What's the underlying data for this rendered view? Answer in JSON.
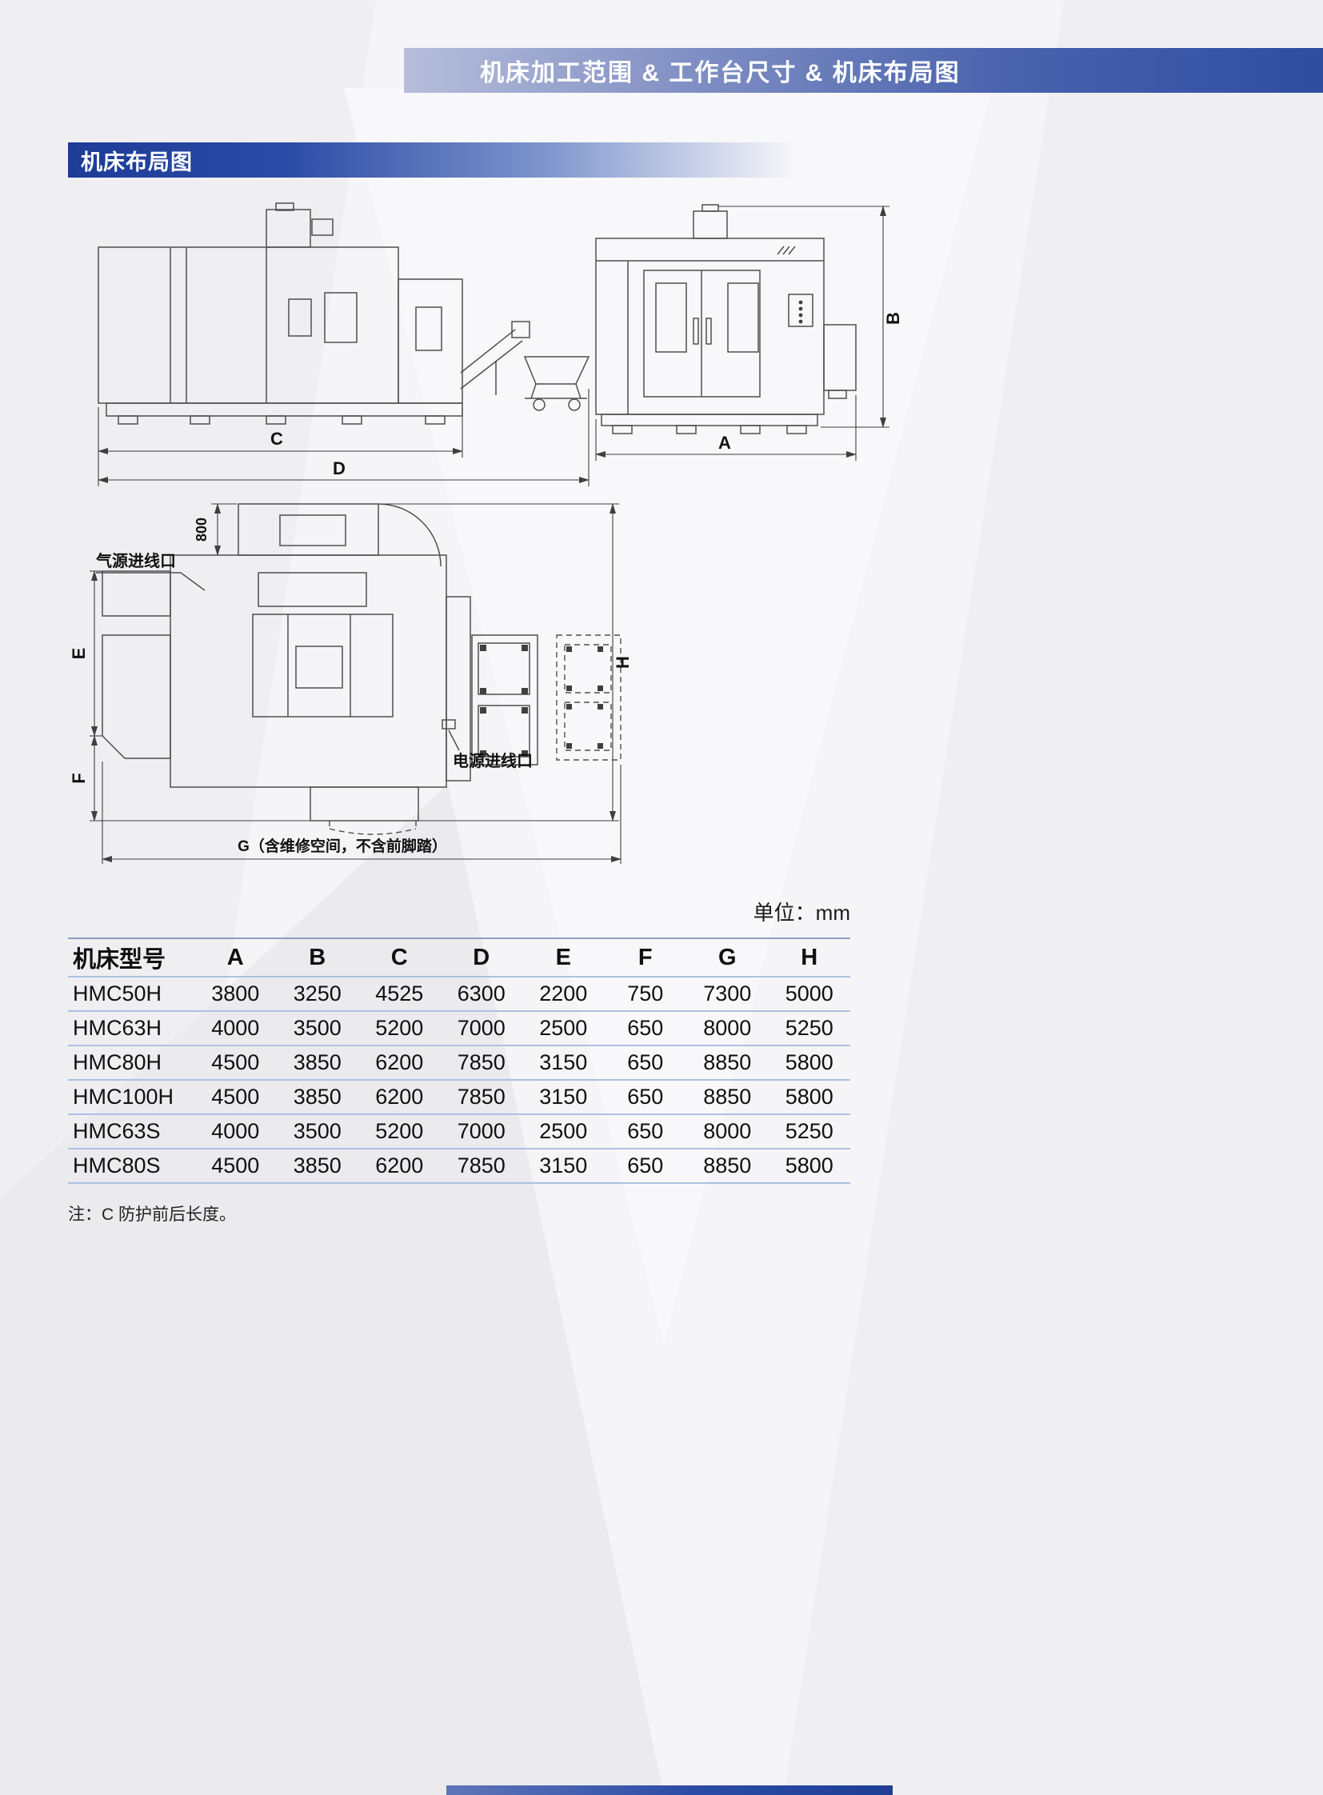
{
  "header": {
    "title": "机床加工范围 & 工作台尺寸 & 机床布局图"
  },
  "section": {
    "title": "机床布局图"
  },
  "diagram": {
    "dim_a": "A",
    "dim_b": "B",
    "dim_c": "C",
    "dim_d": "D",
    "dim_e": "E",
    "dim_f": "F",
    "dim_h": "H",
    "dim_800": "800",
    "dim_g": "G（含维修空间，不含前脚踏）",
    "air_inlet": "气源进线口",
    "power_inlet": "电源进线口"
  },
  "table": {
    "unit": "单位：mm",
    "columns": [
      "机床型号",
      "A",
      "B",
      "C",
      "D",
      "E",
      "F",
      "G",
      "H"
    ],
    "rows": [
      [
        "HMC50H",
        "3800",
        "3250",
        "4525",
        "6300",
        "2200",
        "750",
        "7300",
        "5000"
      ],
      [
        "HMC63H",
        "4000",
        "3500",
        "5200",
        "7000",
        "2500",
        "650",
        "8000",
        "5250"
      ],
      [
        "HMC80H",
        "4500",
        "3850",
        "6200",
        "7850",
        "3150",
        "650",
        "8850",
        "5800"
      ],
      [
        "HMC100H",
        "4500",
        "3850",
        "6200",
        "7850",
        "3150",
        "650",
        "8850",
        "5800"
      ],
      [
        "HMC63S",
        "4000",
        "3500",
        "5200",
        "7000",
        "2500",
        "650",
        "8000",
        "5250"
      ],
      [
        "HMC80S",
        "4500",
        "3850",
        "6200",
        "7850",
        "3150",
        "650",
        "8850",
        "5800"
      ]
    ],
    "note": "注：C 防护前后长度。"
  },
  "colors": {
    "band_blue": "#2f4da0",
    "table_line": "#abc0e2"
  }
}
